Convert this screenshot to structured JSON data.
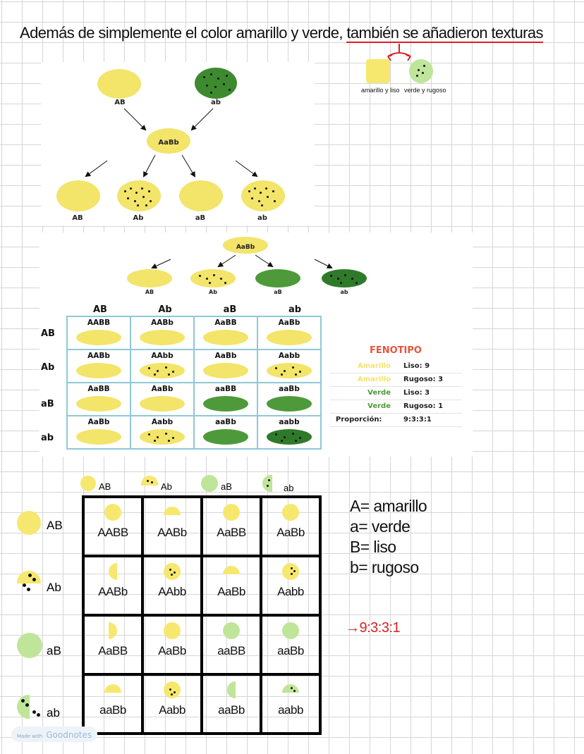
{
  "title": {
    "part1": "Además de simplemente el color amarillo y verde, ",
    "part2": "también se añadieron texturas"
  },
  "legend_small": {
    "left": "amarillo y liso",
    "right": "verde y rugoso"
  },
  "cross1": {
    "parent1": "AB",
    "parent2": "ab",
    "f1": "AaBb",
    "offspring": [
      "AB",
      "Ab",
      "aB",
      "ab"
    ]
  },
  "cross2": {
    "f1": "AaBb",
    "offspring": [
      "AB",
      "Ab",
      "aB",
      "ab"
    ]
  },
  "punnett1": {
    "col_headers": [
      "AB",
      "Ab",
      "aB",
      "ab"
    ],
    "row_headers": [
      "AB",
      "Ab",
      "aB",
      "ab"
    ],
    "cells": [
      [
        "AABB",
        "AABb",
        "AaBB",
        "AaBb"
      ],
      [
        "AABb",
        "AAbb",
        "AaBb",
        "Aabb"
      ],
      [
        "AaBB",
        "AaBb",
        "aaBB",
        "aaBb"
      ],
      [
        "AaBb",
        "Aabb",
        "aaBb",
        "aabb"
      ]
    ]
  },
  "phenotype": {
    "title": "FENOTIPO",
    "rows": [
      {
        "color": "Amarillo",
        "trait": "Liso: 9"
      },
      {
        "color": "Amarillo",
        "trait": "Rugoso: 3"
      },
      {
        "color": "Verde",
        "trait": "Liso: 3"
      },
      {
        "color": "Verde",
        "trait": "Rugoso: 1"
      }
    ],
    "ratio_label": "Proporción:",
    "ratio_value": "9:3:3:1"
  },
  "punnett2": {
    "col_headers": [
      "AB",
      "Ab",
      "aB",
      "ab"
    ],
    "row_headers": [
      "AB",
      "Ab",
      "aB",
      "ab"
    ],
    "cells": [
      [
        "AABB",
        "AABb",
        "AaBB",
        "AaBb"
      ],
      [
        "AABb",
        "AAbb",
        "AaBb",
        "Aabb"
      ],
      [
        "AaBB",
        "AaBb",
        "aaBB",
        "aaBb"
      ],
      [
        "aaBb",
        "Aabb",
        "aaBb",
        "aabb"
      ]
    ]
  },
  "key": [
    "A= amarillo",
    "a= verde",
    "B= liso",
    "b= rugoso"
  ],
  "ratio_note": "→9:3:3:1",
  "watermark": {
    "prefix": "Made with",
    "brand": "Goodnotes"
  },
  "colors": {
    "yellow": "#f3e46a",
    "green": "#4e9a3a",
    "red": "#d92020",
    "fenotipo": "#e8543a"
  }
}
